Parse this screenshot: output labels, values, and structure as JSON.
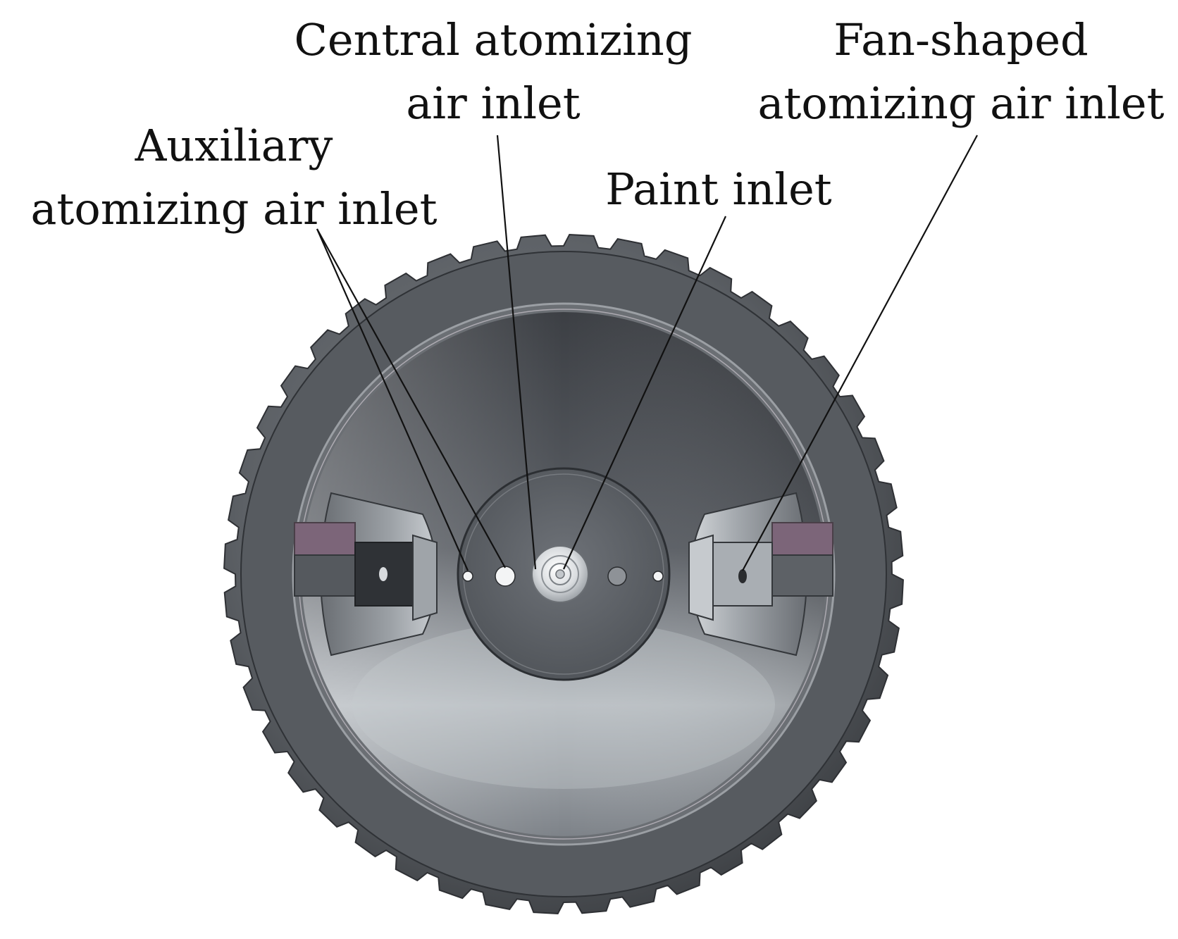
{
  "labels": {
    "central": [
      "Central atomizing",
      "air inlet"
    ],
    "fan": [
      "Fan-shaped",
      "atomizing air inlet"
    ],
    "auxiliary": [
      "Auxiliary",
      "atomizing air inlet"
    ],
    "paint": [
      "Paint inlet"
    ]
  },
  "colors": {
    "body_dark": "#4a4d52",
    "body_mid": "#6d7177",
    "body_light": "#a9aeb3",
    "accent_purple": "#7a6478"
  }
}
